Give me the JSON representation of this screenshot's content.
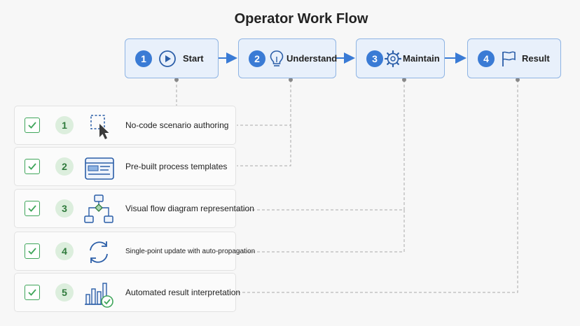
{
  "title": "Operator Work Flow",
  "steps": [
    {
      "num": "1",
      "label": "Start",
      "icon": "play-icon"
    },
    {
      "num": "2",
      "label": "Understand",
      "icon": "lightbulb-icon"
    },
    {
      "num": "3",
      "label": "Maintain",
      "icon": "gear-icon"
    },
    {
      "num": "4",
      "label": "Result",
      "icon": "flag-icon"
    }
  ],
  "features": [
    {
      "num": "1",
      "label": "No-code scenario authoring",
      "icon": "cursor-selection-icon"
    },
    {
      "num": "2",
      "label": "Pre-built process templates",
      "icon": "template-window-icon"
    },
    {
      "num": "3",
      "label": "Visual flow diagram representation",
      "icon": "flow-diagram-icon"
    },
    {
      "num": "4",
      "label": "Single-point update with auto-propagation",
      "icon": "refresh-cycle-icon"
    },
    {
      "num": "5",
      "label": "Automated result interpretation",
      "icon": "bar-chart-check-icon"
    }
  ],
  "colors": {
    "accent": "#3a7bd5",
    "step_bg": "#e8f0fb",
    "check": "#3fa55a",
    "badge_bg": "#dceedd"
  }
}
